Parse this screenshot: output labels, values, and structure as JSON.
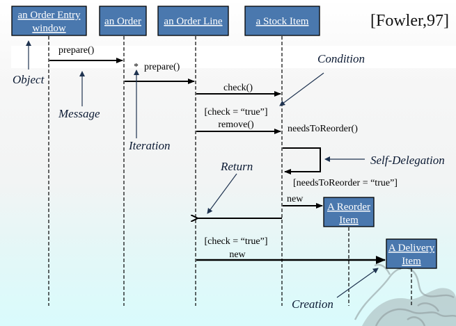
{
  "reference": "[Fowler,97]",
  "colors": {
    "object_fill": "#4a78ae",
    "object_text": "#ffffff",
    "annotation_text": "#0b1a33",
    "background_bottom": "#d9fbfc"
  },
  "objects": [
    {
      "line1": "an Order Entry",
      "line2": "window"
    },
    {
      "line1": "an Order"
    },
    {
      "line1": "an Order Line"
    },
    {
      "line1": "a Stock Item"
    },
    {
      "line1": "A Reorder",
      "line2": "Item"
    },
    {
      "line1": "A Delivery",
      "line2": "Item"
    }
  ],
  "messages": {
    "prepare1": "prepare()",
    "iteration_marker": "*",
    "prepare2": "prepare()",
    "check": "check()",
    "guard_check_1": "[check = “true”]",
    "remove": "remove()",
    "needs_to_reorder": "needsToReorder()",
    "guard_reorder": "[needsToReorder = “true”]",
    "new_reorder": "new",
    "guard_check_2": "[check = “true”]",
    "new_delivery": "new"
  },
  "annotations": {
    "object": "Object",
    "message": "Message",
    "iteration": "Iteration",
    "condition": "Condition",
    "self_delegation": "Self-Delegation",
    "return": "Return",
    "creation": "Creation"
  }
}
